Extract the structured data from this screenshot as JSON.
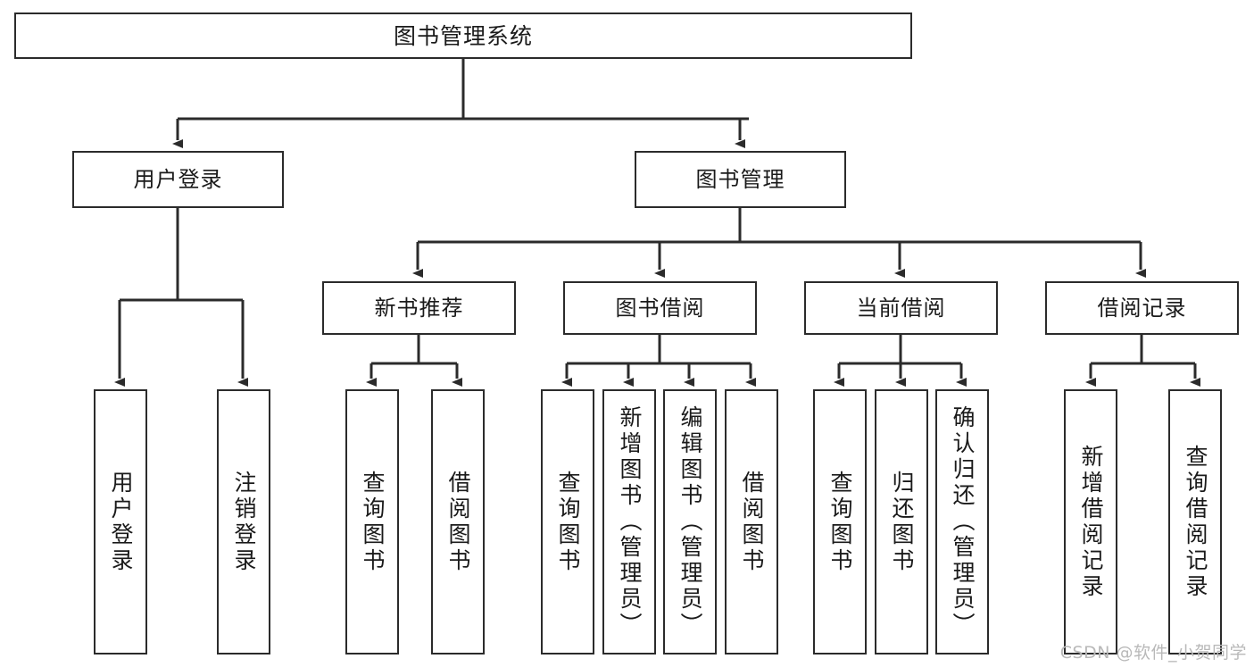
{
  "diagram": {
    "title": "图书管理系统",
    "watermark": "CSDN @软件_小贺同学",
    "line_color": "#2b2b2b",
    "box_fill": "#ffffff",
    "text_color": "#1a1a1a",
    "watermark_color": "#b9b9b9",
    "root": {
      "label": "图书管理系统"
    },
    "level1": [
      {
        "label": "用户登录"
      },
      {
        "label": "图书管理"
      }
    ],
    "level2": [
      {
        "label": "新书推荐"
      },
      {
        "label": "图书借阅"
      },
      {
        "label": "当前借阅"
      },
      {
        "label": "借阅记录"
      }
    ],
    "leaves": {
      "user_login": [
        {
          "label": "用户登录"
        },
        {
          "label": "注销登录"
        }
      ],
      "new_book_recommend": [
        {
          "label": "查询图书"
        },
        {
          "label": "借阅图书"
        }
      ],
      "book_borrow": [
        {
          "label": "查询图书"
        },
        {
          "label": "新增图书（管理员）"
        },
        {
          "label": "编辑图书（管理员）"
        },
        {
          "label": "借阅图书"
        }
      ],
      "current_borrow": [
        {
          "label": "查询图书"
        },
        {
          "label": "归还图书"
        },
        {
          "label": "确认归还（管理员）"
        }
      ],
      "borrow_record": [
        {
          "label": "新增借阅记录"
        },
        {
          "label": "查询借阅记录"
        }
      ]
    }
  }
}
